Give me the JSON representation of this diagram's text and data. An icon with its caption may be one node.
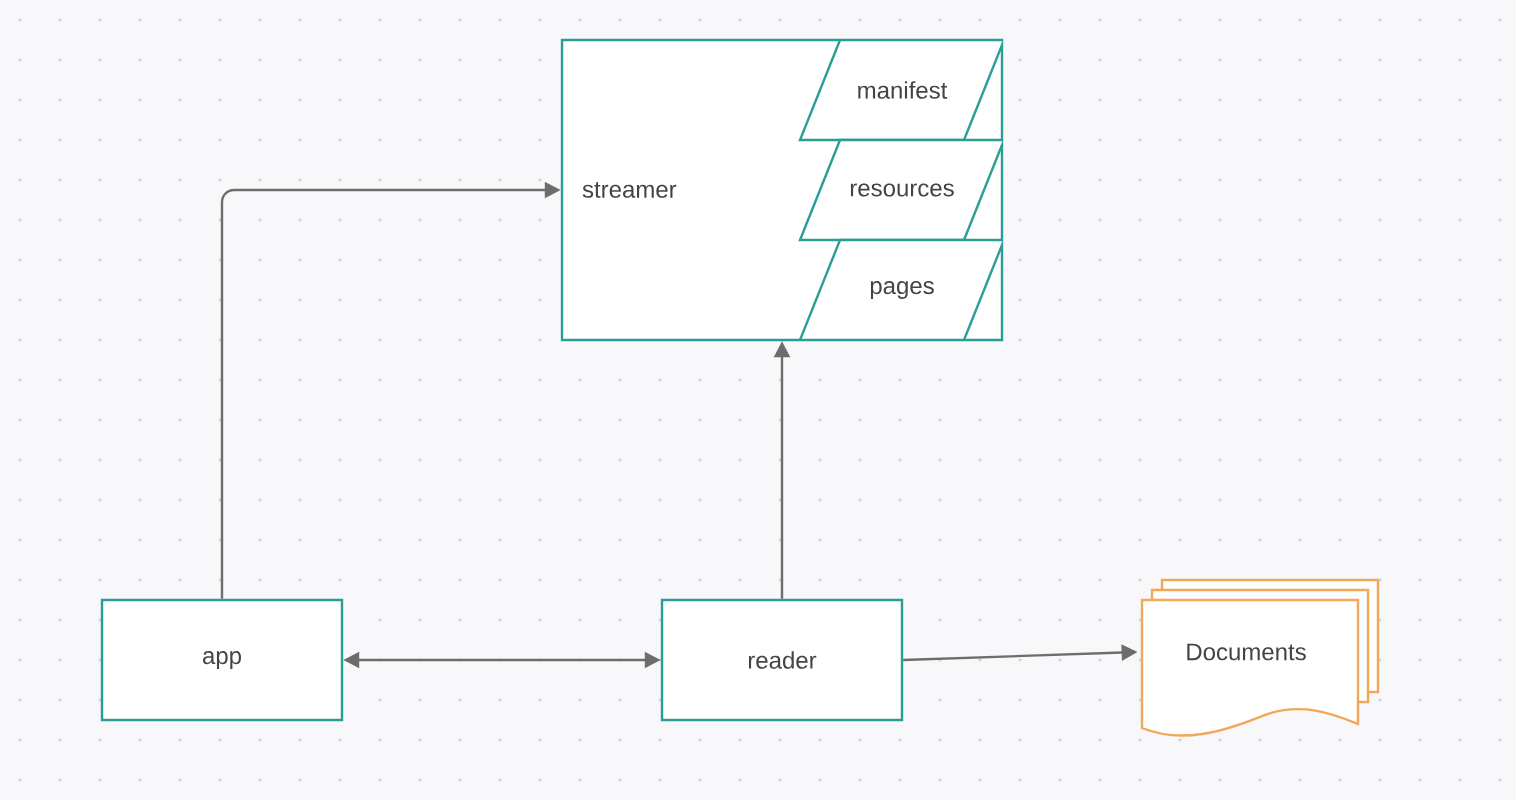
{
  "diagram": {
    "nodes": [
      {
        "text": [
          "streamer"
        ]
      },
      {
        "text": [
          "manifest"
        ],
        "in": 0
      },
      {
        "text": [
          "resources"
        ],
        "in": 0
      },
      {
        "text": [
          "pages"
        ],
        "in": 0
      },
      {
        "text": [
          "app"
        ]
      },
      {
        "text": [
          "reader"
        ]
      },
      {
        "text": [
          "Documents"
        ]
      }
    ],
    "edges": [
      {
        "from": 4,
        "to": 0,
        "arrow": "to"
      },
      {
        "from": 4,
        "to": 5,
        "arrow": "both"
      },
      {
        "from": 5,
        "to": 0,
        "arrow": "to"
      },
      {
        "from": 5,
        "to": 6,
        "arrow": "to"
      }
    ]
  }
}
